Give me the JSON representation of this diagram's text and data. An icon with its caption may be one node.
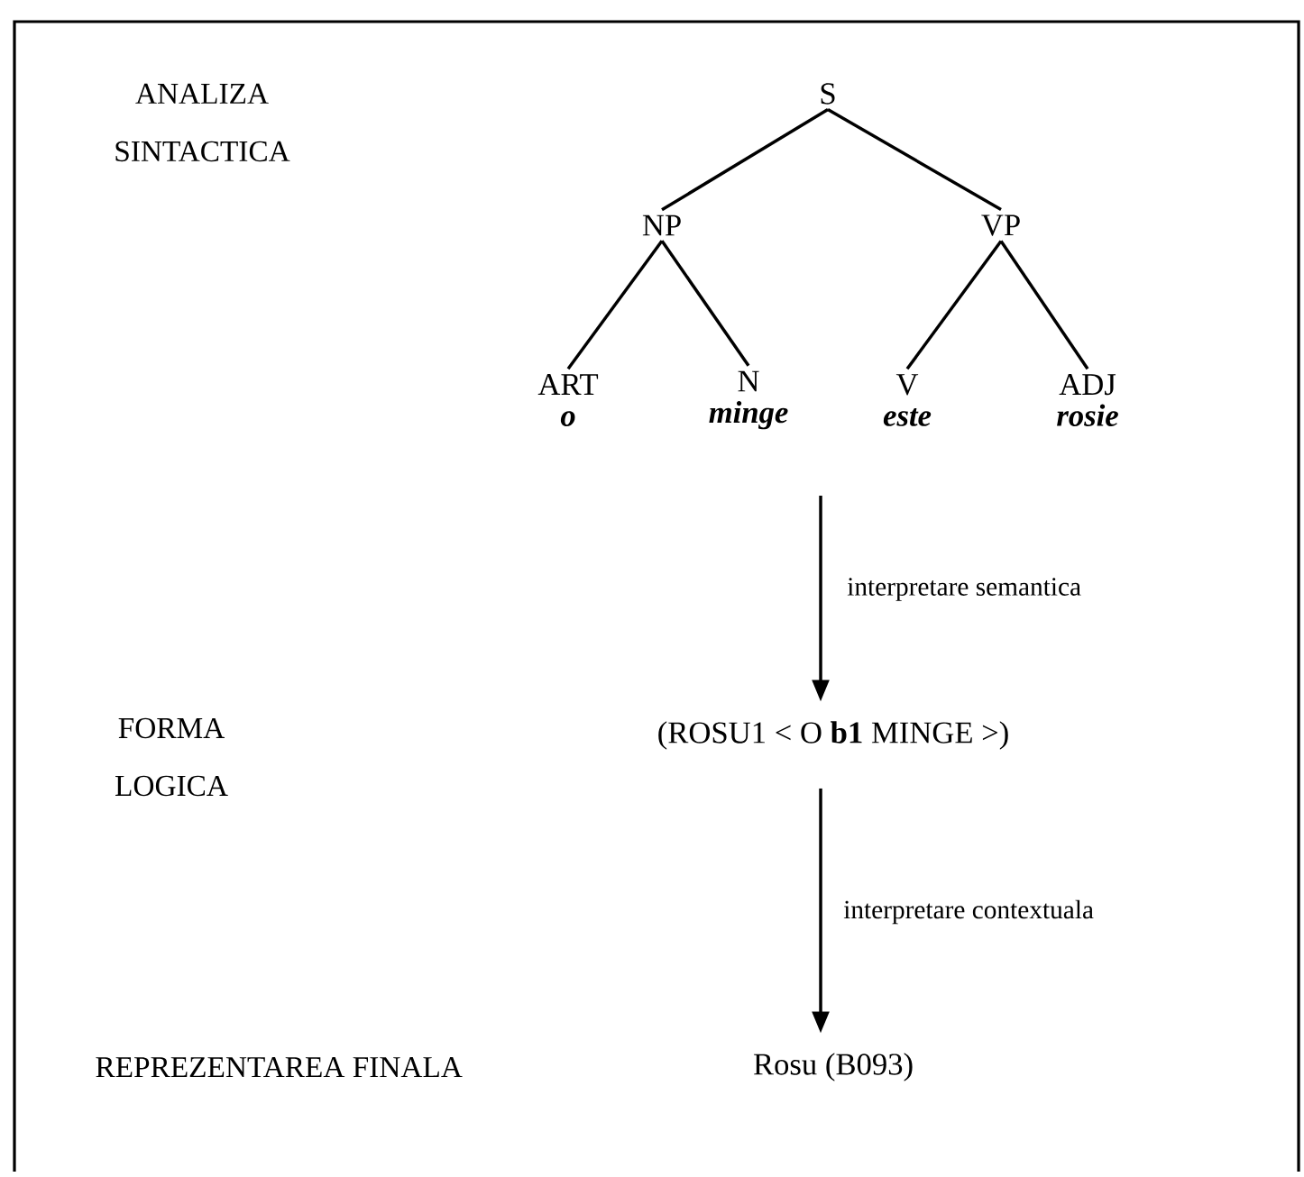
{
  "diagram": {
    "nodes": [
      {
        "text": [
          "S"
        ]
      },
      {
        "text": [
          "NP"
        ]
      },
      {
        "text": [
          "VP"
        ]
      },
      {
        "text": [
          "ART",
          "o"
        ]
      },
      {
        "text": [
          "N",
          "minge"
        ]
      },
      {
        "text": [
          "V",
          "este"
        ]
      },
      {
        "text": [
          "ADJ",
          "rosie"
        ]
      },
      {
        "text": [
          "(ROSU1 < O **b1** MINGE >)"
        ]
      },
      {
        "text": [
          "Rosu (B093)"
        ]
      }
    ],
    "edges": [
      {
        "from": 0,
        "to": 1,
        "arrow": "none"
      },
      {
        "from": 0,
        "to": 2,
        "arrow": "none"
      },
      {
        "from": 1,
        "to": 3,
        "arrow": "none"
      },
      {
        "from": 1,
        "to": 4,
        "arrow": "none"
      },
      {
        "from": 2,
        "to": 5,
        "arrow": "none"
      },
      {
        "from": 2,
        "to": 6,
        "arrow": "none"
      },
      {
        "from": null,
        "to": 7,
        "arrow": "to",
        "label": "interpretare semantica"
      },
      {
        "from": 7,
        "to": 8,
        "arrow": "to",
        "label": "interpretare contextuala"
      }
    ],
    "labels": [
      "ANALIZA SINTACTICA",
      "FORMA LOGICA",
      "REPREZENTAREA FINALA"
    ]
  }
}
